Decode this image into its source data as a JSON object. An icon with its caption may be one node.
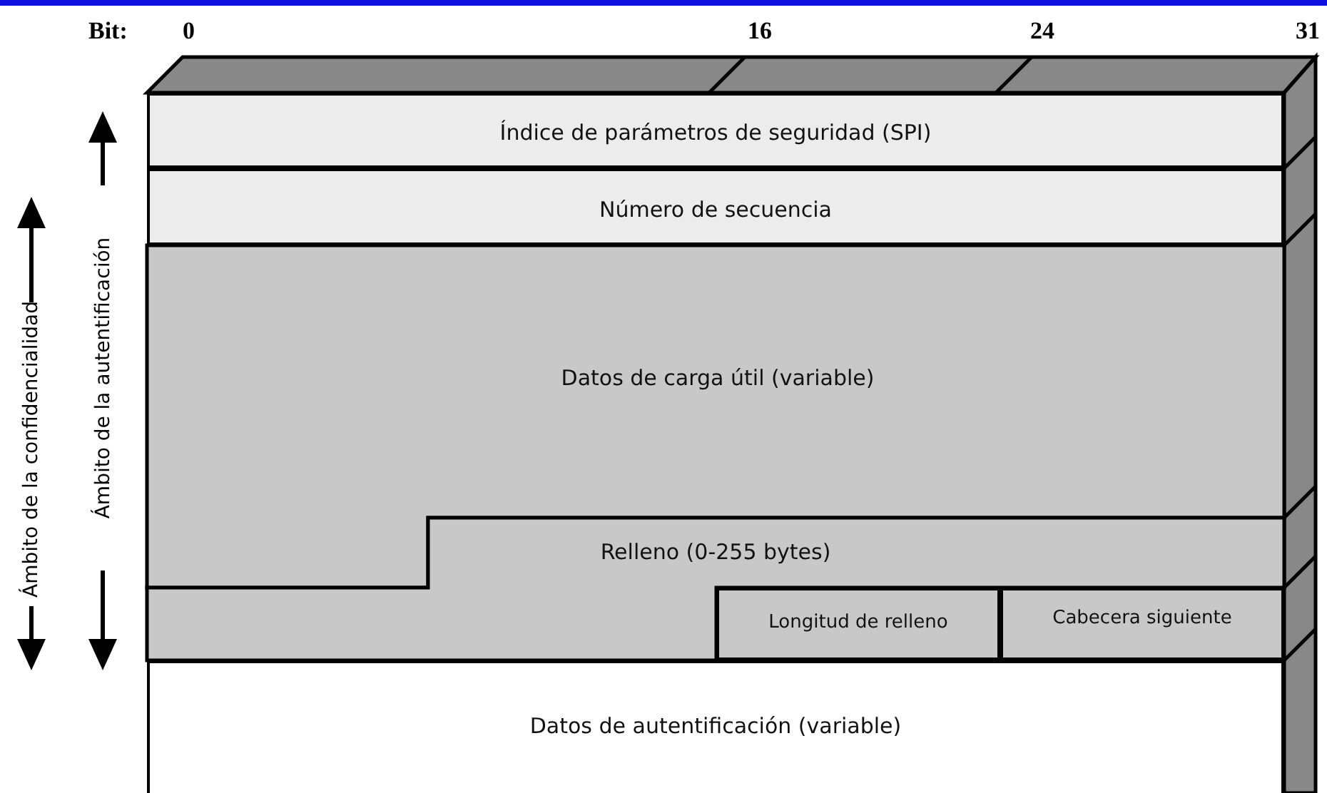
{
  "diagram": {
    "nodes": [
      {
        "text": [
          "Índice de parámetros de seguridad (SPI)"
        ]
      },
      {
        "text": [
          "Número de secuencia"
        ]
      },
      {
        "text": [
          "Datos de carga útil (variable)"
        ]
      },
      {
        "text": [
          "Relleno (0-255 bytes)"
        ]
      },
      {
        "text": [
          "Longitud de relleno"
        ]
      },
      {
        "text": [
          "Cabecera siguiente"
        ]
      },
      {
        "text": [
          "Datos de autentificación (variable)"
        ]
      }
    ],
    "labels": [
      "Bit:",
      "0",
      "16",
      "24",
      "31",
      "Ámbito de la confidencialidad",
      "Ámbito de la autentificación"
    ]
  }
}
